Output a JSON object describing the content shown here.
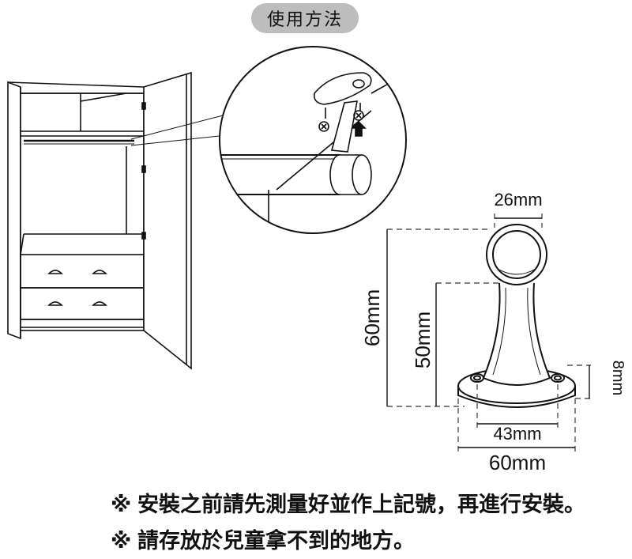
{
  "title": "使用方法",
  "dimensions": {
    "top_width": "26mm",
    "total_height": "60mm",
    "stem_height": "50mm",
    "base_thickness": "8mm",
    "hole_spacing": "43mm",
    "base_width": "60mm"
  },
  "notes": [
    {
      "mark": "※",
      "text": "安裝之前請先測量好並作上記號，再進行安裝。"
    },
    {
      "mark": "※",
      "text": "請存放於兒童拿不到的地方。"
    }
  ],
  "colors": {
    "pill_bg": "#bdbdbd",
    "line": "#111111",
    "dash": "#555555"
  }
}
